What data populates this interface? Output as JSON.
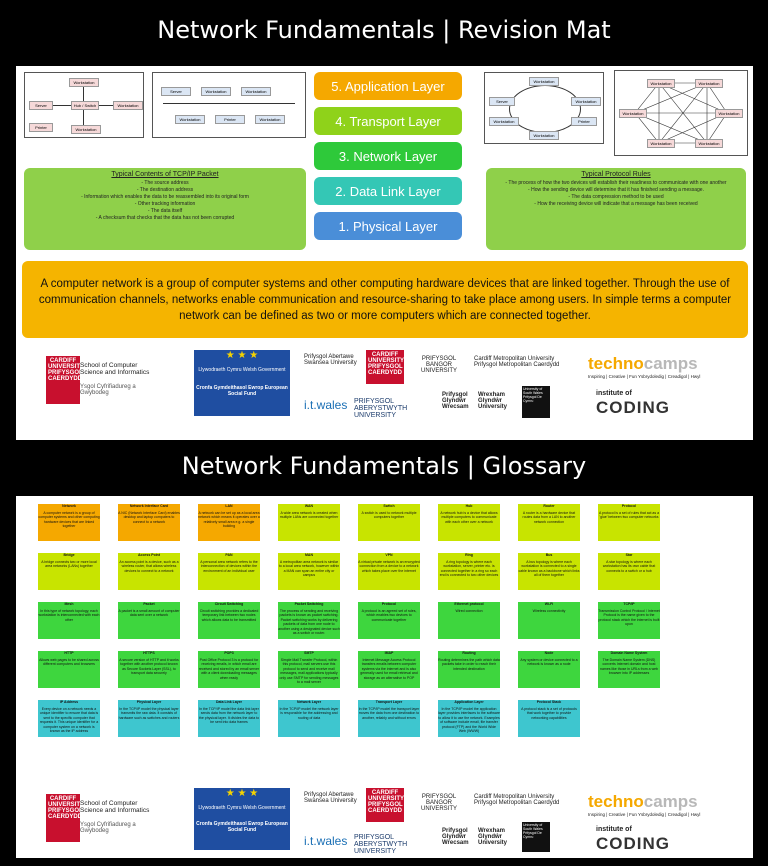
{
  "titles": {
    "revision": "Network Fundamentals | Revision Mat",
    "glossary": "Network Fundamentals | Glossary"
  },
  "diagrams": {
    "star_hub": [
      "Workstation",
      "Server",
      "Hub / Switch",
      "Workstation",
      "Printer",
      "Workstation"
    ],
    "bus": [
      "Server",
      "Workstation",
      "Workstation",
      "Workstation",
      "Printer",
      "Workstation"
    ],
    "ring": [
      "Workstation",
      "Server",
      "Workstation",
      "Workstation",
      "Printer",
      "Workstation"
    ],
    "mesh": [
      "Workstation",
      "Workstation",
      "Workstation",
      "Workstation",
      "Workstation",
      "Workstation"
    ]
  },
  "layers": [
    {
      "label": "5. Application Layer",
      "color": "#f5a800"
    },
    {
      "label": "4. Transport Layer",
      "color": "#8fd21a"
    },
    {
      "label": "3. Network Layer",
      "color": "#2ec93a"
    },
    {
      "label": "2. Data Link Layer",
      "color": "#34c7b5"
    },
    {
      "label": "1. Physical Layer",
      "color": "#4a8ed8"
    }
  ],
  "tcpip": {
    "heading": "Typical Contents of TCP/IP Packet",
    "lines": [
      "- The source address",
      "- The destination address",
      "- Information which enables the data to be reassembled into its original form",
      "- Other tracking information",
      "- The data itself",
      "- A checksum that checks that the data has not been corrupted"
    ]
  },
  "protocol": {
    "heading": "Typical Protocol Rules",
    "lines": [
      "- The process of how the two devices will establish their readiness to communicate with one another",
      "- How the sending device will determine that it has finished sending a message.",
      "- The data compression method to be used",
      "- How the receiving device will indicate that a message has been received"
    ]
  },
  "definition": "A computer network is a group of computer systems and other computing hardware devices that are linked together. Through the use of communication channels, networks enable communication and resource-sharing to take place among users. In simple terms a computer network can be defined as two or more computers which are connected together.",
  "logos": {
    "cardiff_uni": "CARDIFF UNIVERSITY PRIFYSGOL CAERDYDD",
    "cardiff_school": "School of Computer Science and Informatics",
    "cardiff_school_cy": "Ysgol Cyfrifiadureg a Gwybodeg",
    "eu_fund": "Cronfa Gymdeithasol Ewrop European Social Fund",
    "eu_gov": "Llywodraeth Cymru Welsh Government",
    "swansea": "Prifysgol Abertawe Swansea University",
    "cardiff_uni2": "CARDIFF UNIVERSITY PRIFYSGOL CAERDYDD",
    "bangor": "PRIFYSGOL BANGOR UNIVERSITY",
    "cardiff_met": "Cardiff Metropolitan University Prifysgol Metropolitan Caerdydd",
    "itwales": "i.t.wales",
    "aberystwyth": "PRIFYSGOL ABERYSTWYTH UNIVERSITY",
    "glyndwr": "Prifysgol Glyndŵr Wrecsam",
    "wrexham": "Wrexham Glyndŵr University",
    "south_wales": "University of South Wales Prifysgol De Cymru",
    "techno_a": "techno",
    "techno_b": "camps",
    "techno_tag": "Inspiring | Creative | Fun  Ysbrydoledig | Creadigol | Hwyl",
    "institute": "institute of",
    "coding": "CODING"
  },
  "glossary": [
    {
      "t": "Network",
      "d": "A computer network is a group of computer systems and other computing hardware devices that are linked together",
      "c": "#f5a800"
    },
    {
      "t": "Network Interface Card",
      "d": "A NIC (Network Interface Card) enables desktop and laptop computers to connect to a network",
      "c": "#f5a800"
    },
    {
      "t": "LAN",
      "d": "A network can be set up as a local area network which means it operates over a relatively small area e.g. a single building",
      "c": "#f5a800"
    },
    {
      "t": "WAN",
      "d": "A wide area network is created when multiple LANs are connected together",
      "c": "#c8e400"
    },
    {
      "t": "Switch",
      "d": "A switch is used to network multiple computers together",
      "c": "#c8e400"
    },
    {
      "t": "Hub",
      "d": "A network hub is a device that allows multiple computers to communicate with each other over a network",
      "c": "#c8e400"
    },
    {
      "t": "Router",
      "d": "A router is a hardware device that routes data from a LAN to another network connection",
      "c": "#c8e400"
    },
    {
      "t": "Protocol",
      "d": "A protocol is a set of rules that act as a 'glue' between two computer networks",
      "c": "#c8e400"
    },
    {
      "t": "Bridge",
      "d": "A bridge connects two or more local area networks (LANs) together",
      "c": "#c8e400"
    },
    {
      "t": "Access Point",
      "d": "An access point is a device, such as a wireless router, that allows wireless devices to connect to a network",
      "c": "#c8e400"
    },
    {
      "t": "PAN",
      "d": "A personal area network refers to the interconnection of devices within the environment of an individual user",
      "c": "#c8e400"
    },
    {
      "t": "MAN",
      "d": "A metropolitan area network is similar to a local area network, however within a MAN can span an entire city or campus",
      "c": "#c8e400"
    },
    {
      "t": "VPN",
      "d": "A virtual private network is an encrypted connection from a device to a network which takes place over the internet",
      "c": "#c8e400"
    },
    {
      "t": "Ring",
      "d": "A ring topology is where each workstation, server, printer etc. is connected together in a ring so each end is connected to two other devices",
      "c": "#c8e400"
    },
    {
      "t": "Bus",
      "d": "A bus topology is where each workstation is connected to a single cable known as a backbone which links all of them together",
      "c": "#c8e400"
    },
    {
      "t": "Star",
      "d": "A star topology is where each workstation has its own cable that connects to a switch or a hub",
      "c": "#c8e400"
    },
    {
      "t": "Mesh",
      "d": "In this type of network topology, each workstation is interconnected with each other",
      "c": "#3ed63e"
    },
    {
      "t": "Packet",
      "d": "A packet is a small amount of computer data sent over a network",
      "c": "#3ed63e"
    },
    {
      "t": "Circuit Switching",
      "d": "Circuit switching provides a dedicated temporary link between two nodes which allows data to be transmitted",
      "c": "#3ed63e"
    },
    {
      "t": "Packet Switching",
      "d": "The process of sending and receiving packets is known as packet switching. Packet switching works by delivering packets of data from one node to another using a designated device such as a switch or router.",
      "c": "#3ed63e"
    },
    {
      "t": "Protocol",
      "d": "A protocol is an agreed set of rules, which enables two devices to communicate together",
      "c": "#3ed63e"
    },
    {
      "t": "Ethernet protocol",
      "d": "Wired connection",
      "c": "#3ed63e"
    },
    {
      "t": "Wi-Fi",
      "d": "Wireless connectivity",
      "c": "#3ed63e"
    },
    {
      "t": "TCP/IP",
      "d": "Transmission Control Protocol / Internet Protocol is the name given to the protocol stack which the internet is built upon",
      "c": "#3ed63e"
    },
    {
      "t": "HTTP",
      "d": "Allows web pages to be shared across different computers and browsers",
      "c": "#3ed63e"
    },
    {
      "t": "HTTPS",
      "d": "A secure version of HTTP and it works together with another protocol known as Secure Sockets Layer (SSL), to transport data securely",
      "c": "#3ed63e"
    },
    {
      "t": "POP3",
      "d": "Post Office Protocol 3 is a protocol for receiving emails, in which email are received and stored by an email server with a client downloading messages when ready",
      "c": "#3ed63e"
    },
    {
      "t": "SMTP",
      "d": "Simple Mail Transfer Protocol, within this protocol, mail servers use this protocol to send and receive mail messages, mail applications typically only use SMTP for sending messages to a mail server",
      "c": "#3ed63e"
    },
    {
      "t": "IMAP",
      "d": "Internet Message Access Protocol transfers emails between computer systems via the internet and is also generally used for email retrieval and storage as an alternative to POP",
      "c": "#3ed63e"
    },
    {
      "t": "Routing",
      "d": "Routing determines the path which data packets take in order to reach their intended destination",
      "c": "#3ed63e"
    },
    {
      "t": "Node",
      "d": "Any system or device connected to a network is known as a node",
      "c": "#3ed63e"
    },
    {
      "t": "Domain Name System",
      "d": "The Domain Name System (DNS) converts Internet domain and host names like those in URLs from a web browser into IP addresses",
      "c": "#3ed63e"
    },
    {
      "t": "IP Address",
      "d": "Every device on a network needs a unique identifier to ensure that data is sent to the specific computer that requests it. This unique identifier for a computer system on a network is known as the IP address",
      "c": "#3ec6cf"
    },
    {
      "t": "Physical Layer",
      "d": "In the TCP/IP model the physical layer transmits the raw data. It consists of hardware such as switches and routers",
      "c": "#3ec6cf"
    },
    {
      "t": "Data Link Layer",
      "d": "In the TCP/IP model the data link layer sends data from the network layer to the physical layer. It divides the data to be sent into data frames",
      "c": "#3ec6cf"
    },
    {
      "t": "Network Layer",
      "d": "In the TCP/IP model the network layer is responsible for the addressing and routing of data",
      "c": "#3ec6cf"
    },
    {
      "t": "Transport Layer",
      "d": "In the TCP/IP model the transport layer moves the data from one destination to another, reliably and without errors",
      "c": "#3ec6cf"
    },
    {
      "t": "Application Layer",
      "d": "In the TCP/IP model the application layer provides interfaces to the software to allow it to use the network. Examples of software include email, file transfer protocol (FTP) and the World Wide Web (WWW)",
      "c": "#3ec6cf"
    },
    {
      "t": "Protocol Stack",
      "d": "A protocol stack is a set of protocols that work together to provide networking capabilities",
      "c": "#3ec6cf"
    }
  ]
}
